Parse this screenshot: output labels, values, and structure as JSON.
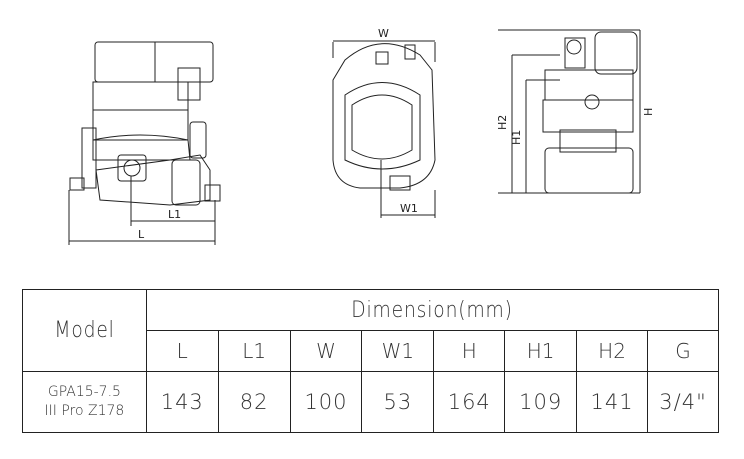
{
  "drawing_labels": {
    "L": "L",
    "L1": "L1",
    "W": "W",
    "W1": "W1",
    "H": "H",
    "H1": "H1",
    "H2": "H2"
  },
  "table": {
    "model_header": "Model",
    "dimension_header": "Dimension(mm)",
    "columns": [
      "L",
      "L1",
      "W",
      "W1",
      "H",
      "H1",
      "H2",
      "G"
    ],
    "rows": [
      {
        "model_line1": "GPA15-7.5",
        "model_line2": "III Pro Z178",
        "values": [
          "143",
          "82",
          "100",
          "53",
          "164",
          "109",
          "141",
          "3/4\""
        ]
      }
    ]
  }
}
